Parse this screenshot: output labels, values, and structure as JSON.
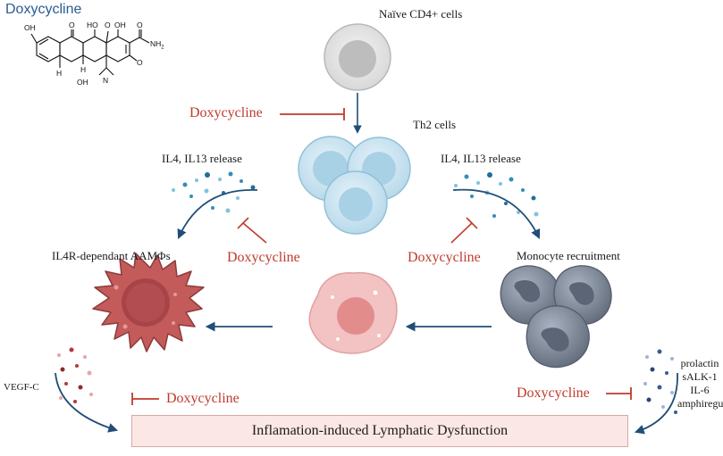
{
  "drug_title": "Doxycycline",
  "chem_labels": {
    "oh_left": "OH",
    "o_1": "O",
    "ho_center": "HO",
    "o_2": "O",
    "oh_right": "OH",
    "o_3": "O",
    "o_4": "O",
    "nh2": "NH",
    "nh2_sub": "2",
    "h_1": "H",
    "h_2": "H",
    "oh_bottom": "OH",
    "n_label": "N"
  },
  "cells": {
    "naive": "Naïve CD4+ cells",
    "th2": "Th2 cells",
    "aam": "IL4R-dependant AAMΦs",
    "monocyte": "Monocyte recruitment"
  },
  "releases": {
    "left": "IL4, IL13 release",
    "right": "IL4, IL13 release"
  },
  "inhibitor_labels": {
    "top": "Doxycycline",
    "left_mid": "Doxycycline",
    "right_mid": "Doxycycline",
    "bottom_left": "Doxycycline",
    "bottom_right": "Doxycycline"
  },
  "vegf": "VEGF-C",
  "factors": [
    "prolactin",
    "sALK-1",
    "IL-6",
    "amphiregulin"
  ],
  "outcome": "Inflamation-induced Lymphatic Dysfunction",
  "colors": {
    "inhibitor": "#c0392b",
    "arrow": "#1f4e79",
    "th2_cell": "#cfe6f2",
    "macrophage": "#c35b5b",
    "monocyte": "#7f8c9e",
    "outcome_box": "#fbe8e6"
  }
}
